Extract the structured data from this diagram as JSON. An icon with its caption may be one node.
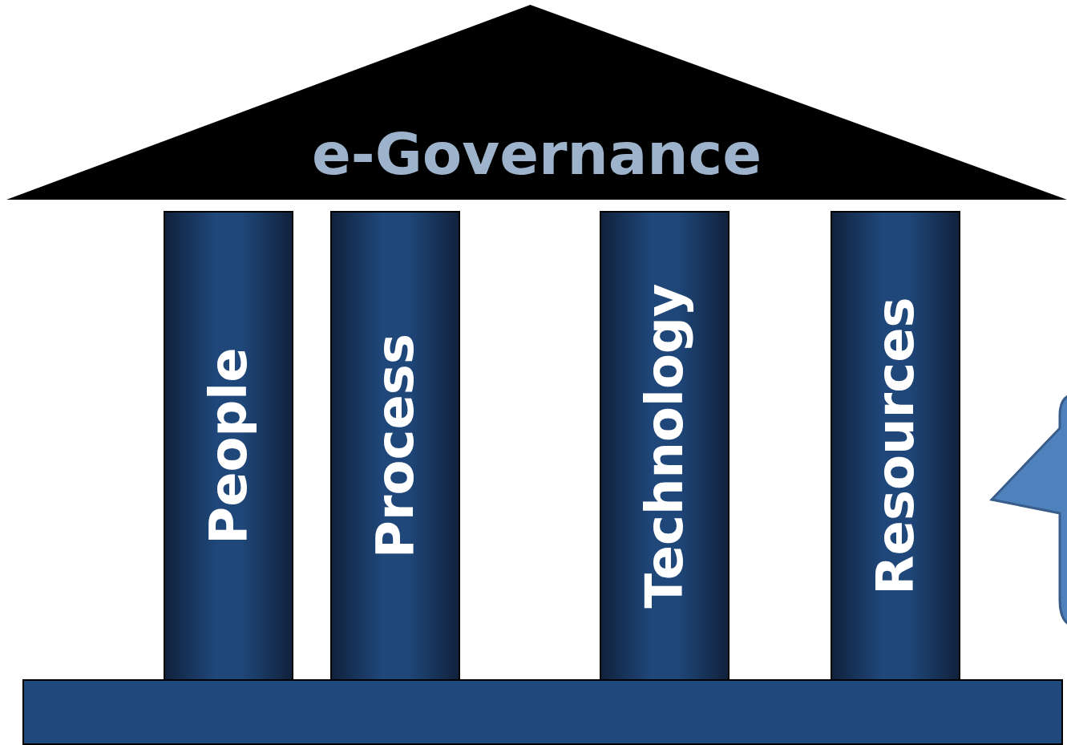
{
  "diagram": {
    "nodes": [
      {
        "text": [
          "e-Governance"
        ]
      },
      {
        "text": [
          "People"
        ]
      },
      {
        "text": [
          "Process"
        ]
      },
      {
        "text": [
          "Technology"
        ]
      },
      {
        "text": [
          "Resources"
        ]
      },
      {
        "text": [],
        "shape": "bar"
      },
      {
        "text": [],
        "shape": "callout"
      }
    ]
  }
}
